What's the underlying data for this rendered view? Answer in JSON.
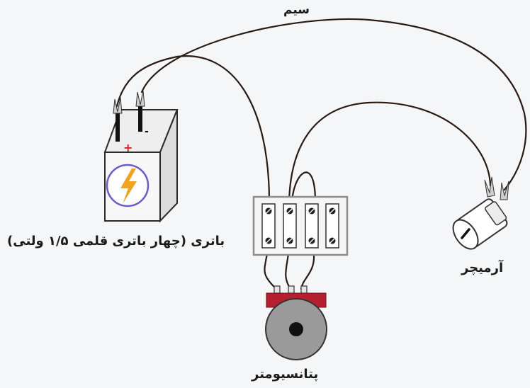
{
  "labels": {
    "wire": "سیم",
    "battery": "باتری (چهار باتری قلمی ۱/۵ ولتی)",
    "ammeter": "آرمیچر",
    "potentiometer": "پتانسیومتر"
  },
  "battery": {
    "plus_sign": "+",
    "minus_sign": "-"
  },
  "colors": {
    "wire": "#2b1a12",
    "battery_box": "#f7f7f7",
    "battery_outline": "#2a2a2a",
    "plus": "#e02020",
    "lightning": "#f2a31b",
    "lightning_circle": "#6a5bd0",
    "terminal_block": "#8c8c8c",
    "pot_bar": "#b6202e",
    "pot_knob": "#9a9a9a"
  },
  "icons": [
    "lightning-bolt-icon",
    "alligator-clip-icon"
  ]
}
